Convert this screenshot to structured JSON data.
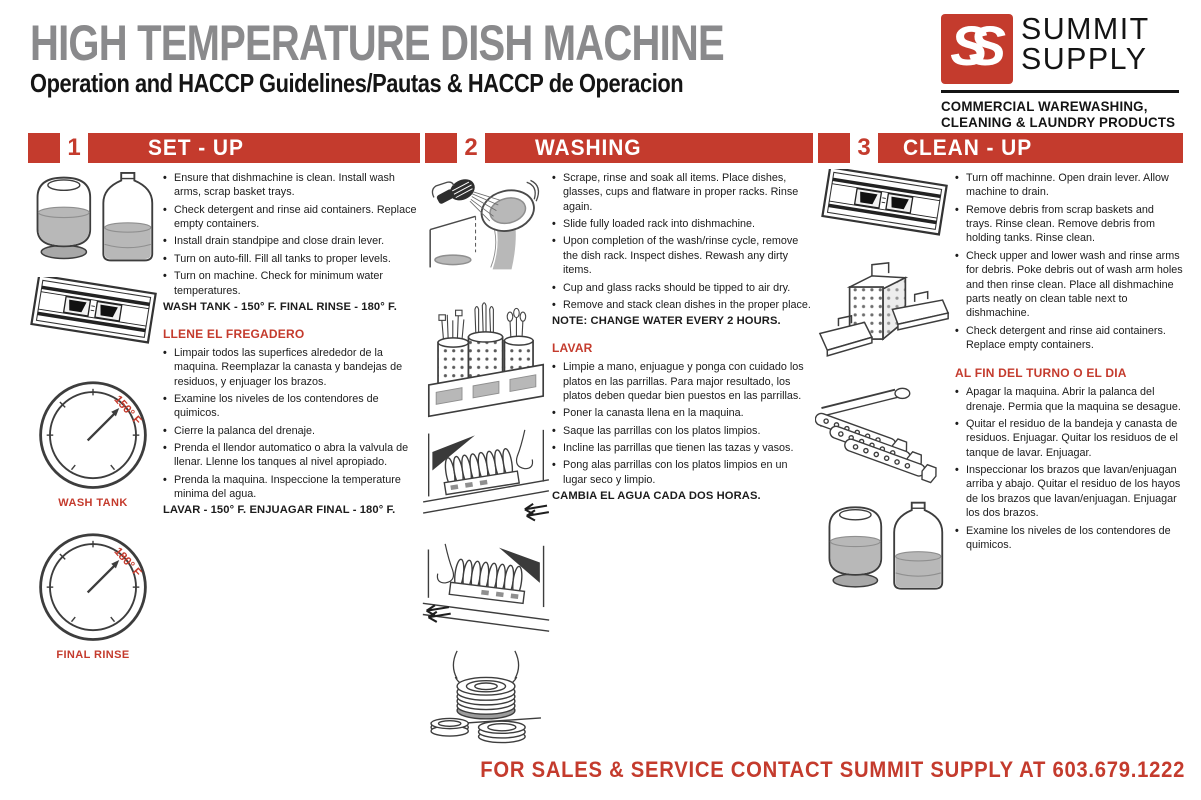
{
  "header": {
    "title": "HIGH TEMPERATURE DISH MACHINE",
    "subtitle": "Operation and HACCP Guidelines/Pautas & HACCP de Operacion"
  },
  "logo": {
    "monogram": "SS",
    "name_line1": "SUMMIT",
    "name_line2": "SUPPLY",
    "tagline_line1": "COMMERCIAL WAREWASHING,",
    "tagline_line2": "CLEANING & LAUNDRY PRODUCTS"
  },
  "colors": {
    "accent_red": "#c43b2d",
    "title_gray": "#8a8a8c",
    "text_black": "#1c1c1c",
    "illustration_gray": "#b8b8b8"
  },
  "columns": [
    {
      "number": "1",
      "title": "SET - UP",
      "english_bullets": [
        "Ensure that dishmachine is clean. Install wash arms, scrap basket trays.",
        "Check detergent and rinse aid containers. Replace empty containers.",
        "Install drain standpipe and close drain lever.",
        "Turn on auto-fill. Fill all tanks to proper levels.",
        "Turn on machine. Check for minimum water temperatures."
      ],
      "english_note": "WASH TANK - 150° F.  FINAL RINSE - 180° F.",
      "spanish_heading": "LLENE EL FREGADERO",
      "spanish_bullets": [
        "Limpair todos las superfices alrededor de la maquina. Reemplazar la canasta y bandejas de residuos, y enjuager los brazos.",
        "Examine los niveles de los contendores de quimicos.",
        "Cierre la palanca del drenaje.",
        "Prenda el llendor automatico o abra la valvula de llenar. Llenne los tanques al nivel apropiado.",
        "Prenda la maquina. Inspeccione la temperature minima del agua."
      ],
      "spanish_note": "LAVAR - 150° F.  ENJUAGAR FINAL - 180° F."
    },
    {
      "number": "2",
      "title": "WASHING",
      "english_bullets": [
        "Scrape, rinse and soak all items. Place dishes, glasses, cups and flatware in proper racks. Rinse again.",
        "Slide fully loaded rack into dishmachine.",
        "Upon completion of the wash/rinse cycle, remove the dish rack. Inspect dishes. Rewash any dirty items.",
        "Cup and glass racks should be tipped to air dry.",
        "Remove and stack clean dishes in the proper place."
      ],
      "english_note": "NOTE: CHANGE WATER EVERY 2 HOURS.",
      "spanish_heading": "LAVAR",
      "spanish_bullets": [
        "Limpie a mano, enjuague y ponga con cuidado los platos en las parrillas. Para major resultado, los platos deben quedar bien puestos en las parrillas.",
        "Poner la canasta llena en la maquina.",
        "Saque las parrillas con los platos limpios.",
        "Incline las parrillas que tienen las tazas y vasos.",
        "Pong alas parrillas con los platos limpios en un lugar seco y limpio."
      ],
      "spanish_note": "CAMBIA EL AGUA CADA DOS HORAS."
    },
    {
      "number": "3",
      "title": "CLEAN - UP",
      "english_bullets": [
        "Turn off machinne. Open drain lever. Allow machine to drain.",
        "Remove debris from scrap baskets and trays. Rinse clean. Remove debris from holding tanks. Rinse clean.",
        "Check upper and lower wash and rinse arms for debris. Poke debris out of wash arm holes and then rinse clean. Place all dishmachine parts neatly on clean table next to dishmachine.",
        "Check detergent and rinse aid containers. Replace empty containers."
      ],
      "spanish_heading": "AL FIN DEL TURNO O EL DIA",
      "spanish_bullets": [
        "Apagar la maquina. Abrir la palanca del drenaje. Permia que la maquina se desague.",
        "Quitar el residuo de la bandeja y canasta de residuos. Enjuagar. Quitar los residuos de el tanque de lavar. Enjuagar.",
        "Inspeccionar los brazos que lavan/enjuagan arriba y abajo. Quitar el residuo de los hayos de los brazos que lavan/enjuagan. Enjuagar los dos brazos.",
        "Examine los niveles de los contendores de quimicos."
      ]
    }
  ],
  "gauges": [
    {
      "label": "WASH TANK",
      "value": "150° F"
    },
    {
      "label": "FINAL RINSE",
      "value": "180° F"
    }
  ],
  "illustrations": {
    "column1": [
      "chemical-containers",
      "control-panel-switches",
      "wash-tank-gauge",
      "final-rinse-gauge"
    ],
    "column2": [
      "spray-rinse-plate",
      "flatware-cylinders-in-rack",
      "slide-rack-into-machine",
      "remove-rack-from-machine",
      "stack-clean-plates"
    ],
    "column3": [
      "control-panel-switches",
      "scrap-baskets-and-trays",
      "wash-rinse-arms",
      "chemical-containers"
    ]
  },
  "footer": {
    "text": "FOR SALES & SERVICE CONTACT SUMMIT SUPPLY AT 603.679.1222"
  }
}
